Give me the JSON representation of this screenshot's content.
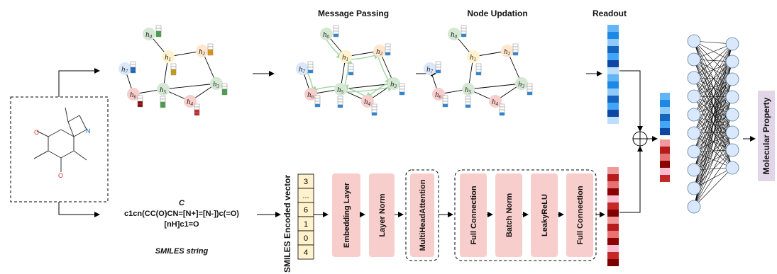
{
  "titles": {
    "message_passing": "Message Passing",
    "node_updation": "Node Updation",
    "readout": "Readout"
  },
  "smiles": {
    "line1": "C",
    "line2": "c1cn(CC(O)CN=[N+]=[N-])c(=O)",
    "line3": "[nH]c1=O",
    "caption": "SMILES string"
  },
  "encoded_vector": {
    "label": "SMILES Encoded vector",
    "values": [
      "3",
      "...",
      "6",
      "1",
      "0",
      "4"
    ]
  },
  "layers": {
    "embedding": "Embedding Layer",
    "layer_norm": "Layer Norm",
    "attention": "MultiHeadAttention",
    "fc1": "Full Connection",
    "batch_norm": "Batch Norm",
    "leaky_relu": "LeakyReLU",
    "fc2": "Full Connection"
  },
  "output_label": "Molecular Property",
  "graph_nodes": {
    "h0": {
      "h": "h",
      "s": "0"
    },
    "h1": {
      "h": "h",
      "s": "1"
    },
    "h2": {
      "h": "h",
      "s": "2"
    },
    "h3": {
      "h": "h",
      "s": "3"
    },
    "h4": {
      "h": "h",
      "s": "4"
    },
    "h5": {
      "h": "h",
      "s": "5"
    },
    "h6": {
      "h": "h",
      "s": "6"
    },
    "h7": {
      "h": "h",
      "s": "7"
    }
  },
  "molecule_atoms": {
    "n": "N",
    "o": "O"
  },
  "colors": {
    "node_green": "#d5e8d4",
    "node_orange": "#ffe6cc",
    "node_yellow": "#fff2cc",
    "node_blue": "#dae8fc",
    "node_red": "#f8cecc",
    "layer_fill": "#f8cecc",
    "vector_fill": "#fff2cc",
    "output_fill": "#e1d5e7",
    "nn_node": "#dae8fc",
    "readout_blue": "#1e88e5",
    "readout_red": "#b71c1c"
  }
}
